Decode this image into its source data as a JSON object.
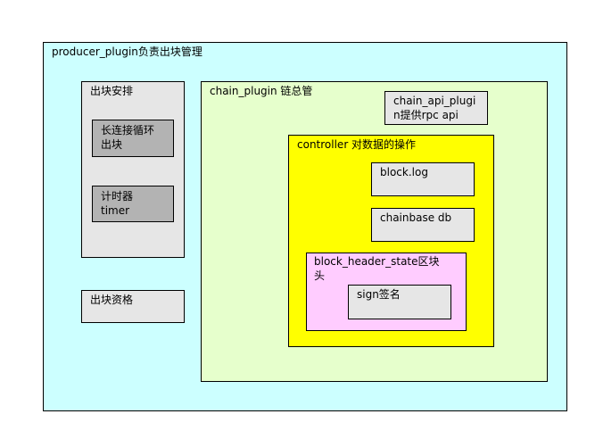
{
  "producer": {
    "label": "producer_plugin负责出块管理"
  },
  "schedule": {
    "label": "出块安排",
    "loop": "长连接循环\n出块",
    "timer": "计时器\ntimer"
  },
  "qualify": {
    "label": "出块资格"
  },
  "chain": {
    "label": "chain_plugin 链总管",
    "chain_api": "chain_api_plugi\nn提供rpc api",
    "controller": {
      "label": "controller 对数据的操作",
      "block_log": "block.log",
      "chainbase": "chainbase db",
      "bhs": {
        "label": "block_header_state区块\n头",
        "sign": "sign签名"
      }
    }
  },
  "colors": {
    "producer_bg": "#ccffff",
    "chain_bg": "#e6ffcc",
    "controller_bg": "#ffff00",
    "bhs_bg": "#ffccff",
    "box_gray": "#e6e6e6",
    "box_dark_gray": "#b3b3b3"
  }
}
